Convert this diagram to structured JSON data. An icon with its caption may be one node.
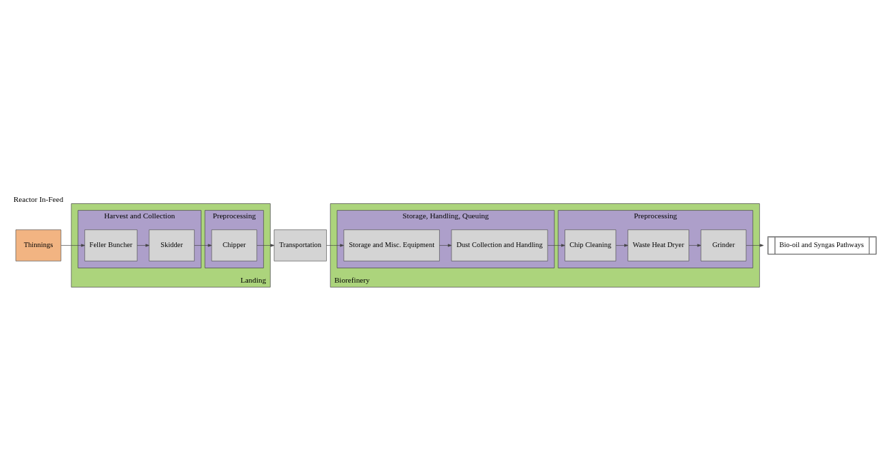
{
  "diagram": {
    "nodes": [
      {
        "text": [
          "Thinnings"
        ]
      },
      {
        "text": [
          "Landing"
        ]
      },
      {
        "text": [
          "Harvest and Collection"
        ],
        "in": 1
      },
      {
        "text": [
          "Feller Buncher"
        ],
        "in": 2
      },
      {
        "text": [
          "Skidder"
        ],
        "in": 2
      },
      {
        "text": [
          "Preprocessing"
        ],
        "in": 1
      },
      {
        "text": [
          "Chipper"
        ],
        "in": 5
      },
      {
        "text": [
          "Transportation"
        ]
      },
      {
        "text": [
          "Biorefinery"
        ]
      },
      {
        "text": [
          "Storage, Handling, Queuing"
        ],
        "in": 8
      },
      {
        "text": [
          "Storage and Misc. Equipment"
        ],
        "in": 9
      },
      {
        "text": [
          "Dust Collection and Handling"
        ],
        "in": 9
      },
      {
        "text": [
          "Preprocessing"
        ],
        "in": 8
      },
      {
        "text": [
          "Chip Cleaning"
        ],
        "in": 12
      },
      {
        "text": [
          "Waste Heat Dryer"
        ],
        "in": 12
      },
      {
        "text": [
          "Grinder"
        ],
        "in": 12
      },
      {
        "text": [
          "Bio-oil and Syngas Pathways"
        ]
      }
    ],
    "edges": [
      {
        "from": 0,
        "to": 3,
        "arrow": "to"
      },
      {
        "from": 3,
        "to": 4,
        "arrow": "to"
      },
      {
        "from": 4,
        "to": 6,
        "arrow": "to"
      },
      {
        "from": 6,
        "to": 7,
        "arrow": "to"
      },
      {
        "from": 7,
        "to": 10,
        "arrow": "to"
      },
      {
        "from": 10,
        "to": 11,
        "arrow": "to"
      },
      {
        "from": 11,
        "to": 13,
        "arrow": "to"
      },
      {
        "from": 13,
        "to": 14,
        "arrow": "to"
      },
      {
        "from": 14,
        "to": 15,
        "arrow": "to"
      },
      {
        "from": 15,
        "to": 16,
        "arrow": "to"
      }
    ],
    "labels": [
      "Reactor In-Feed"
    ]
  }
}
